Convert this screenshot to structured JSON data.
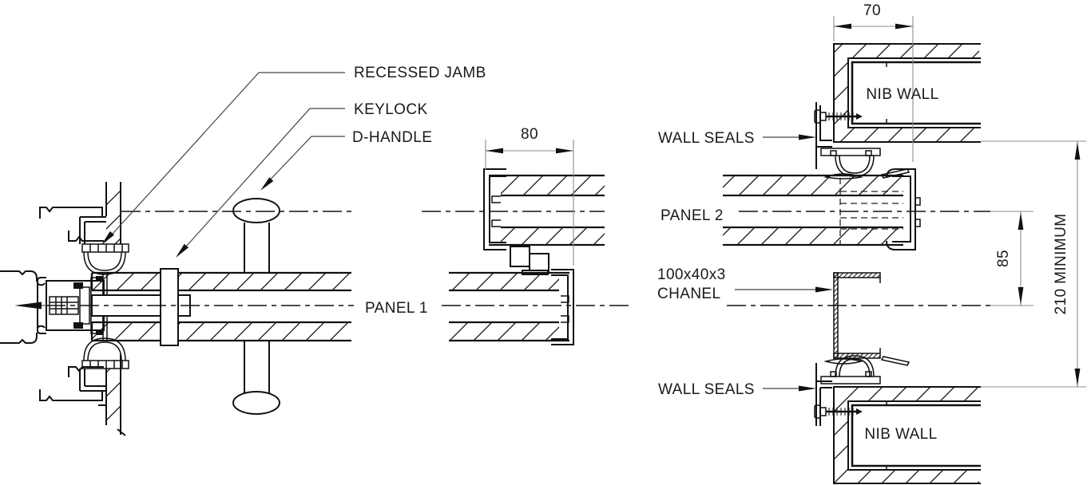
{
  "drawing": {
    "labels": {
      "recessed_jamb": "RECESSED JAMB",
      "keylock": "KEYLOCK",
      "d_handle": "D-HANDLE",
      "panel_1": "PANEL 1",
      "panel_2": "PANEL 2",
      "wall_seals_top": "WALL SEALS",
      "wall_seals_bottom": "WALL SEALS",
      "nib_wall_top": "NIB WALL",
      "nib_wall_bottom": "NIB WALL",
      "channel_size": "100x40x3",
      "channel_word": "CHANEL"
    },
    "dimensions": {
      "stile_depth": "80",
      "nib_wall_thickness": "70",
      "channel_to_panel_offset": "85",
      "opening_minimum": "210 MINIMUM"
    },
    "colors": {
      "background": "#ffffff",
      "line": "#111111",
      "dim_line": "#8c8c8c",
      "text": "#1a1a1a"
    }
  }
}
